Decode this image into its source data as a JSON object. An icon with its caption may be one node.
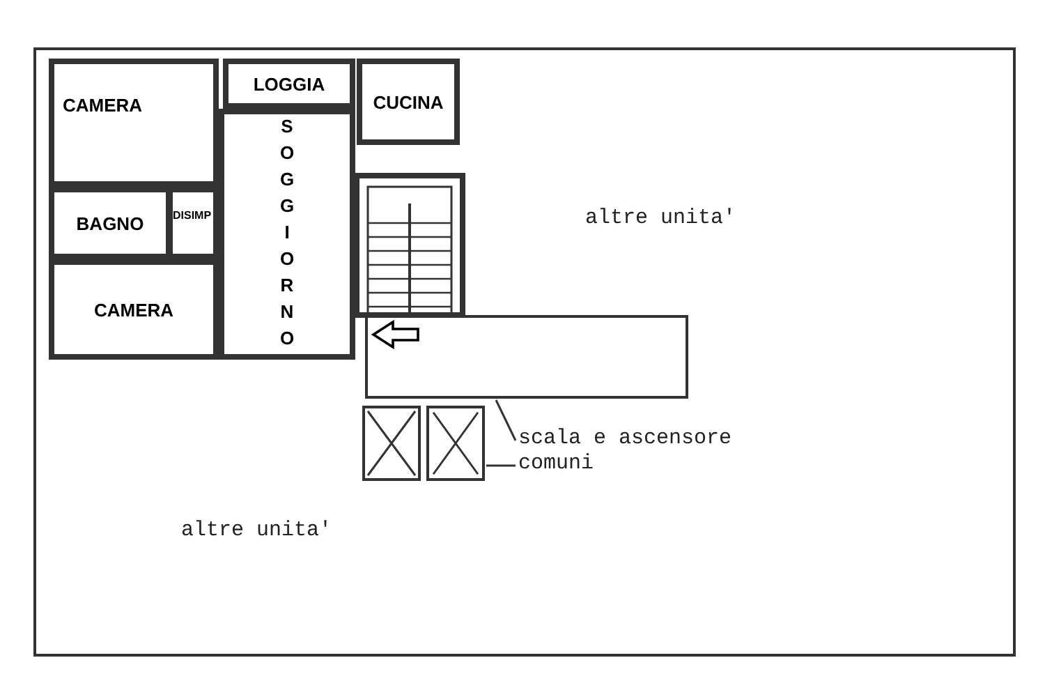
{
  "diagram": {
    "nodes": [
      {
        "text": [
          "CAMERA"
        ]
      },
      {
        "text": [
          "LOGGIA"
        ]
      },
      {
        "text": [
          "CUCINA"
        ]
      },
      {
        "text": [
          "SOGGIORNO"
        ]
      },
      {
        "text": [
          "BAGNO"
        ]
      },
      {
        "text": [
          "DISIMP"
        ]
      },
      {
        "text": [
          "CAMERA"
        ]
      },
      {
        "text": [
          "scala e ascensore comuni"
        ]
      },
      {
        "text": [],
        "shape": "box"
      },
      {
        "text": [],
        "shape": "box"
      }
    ],
    "edges": [
      {
        "from": 7,
        "to": 8,
        "arrow": "none"
      },
      {
        "from": 7,
        "to": 9,
        "arrow": "none"
      }
    ],
    "labels": [
      "altre unita'",
      "altre unita'"
    ]
  }
}
